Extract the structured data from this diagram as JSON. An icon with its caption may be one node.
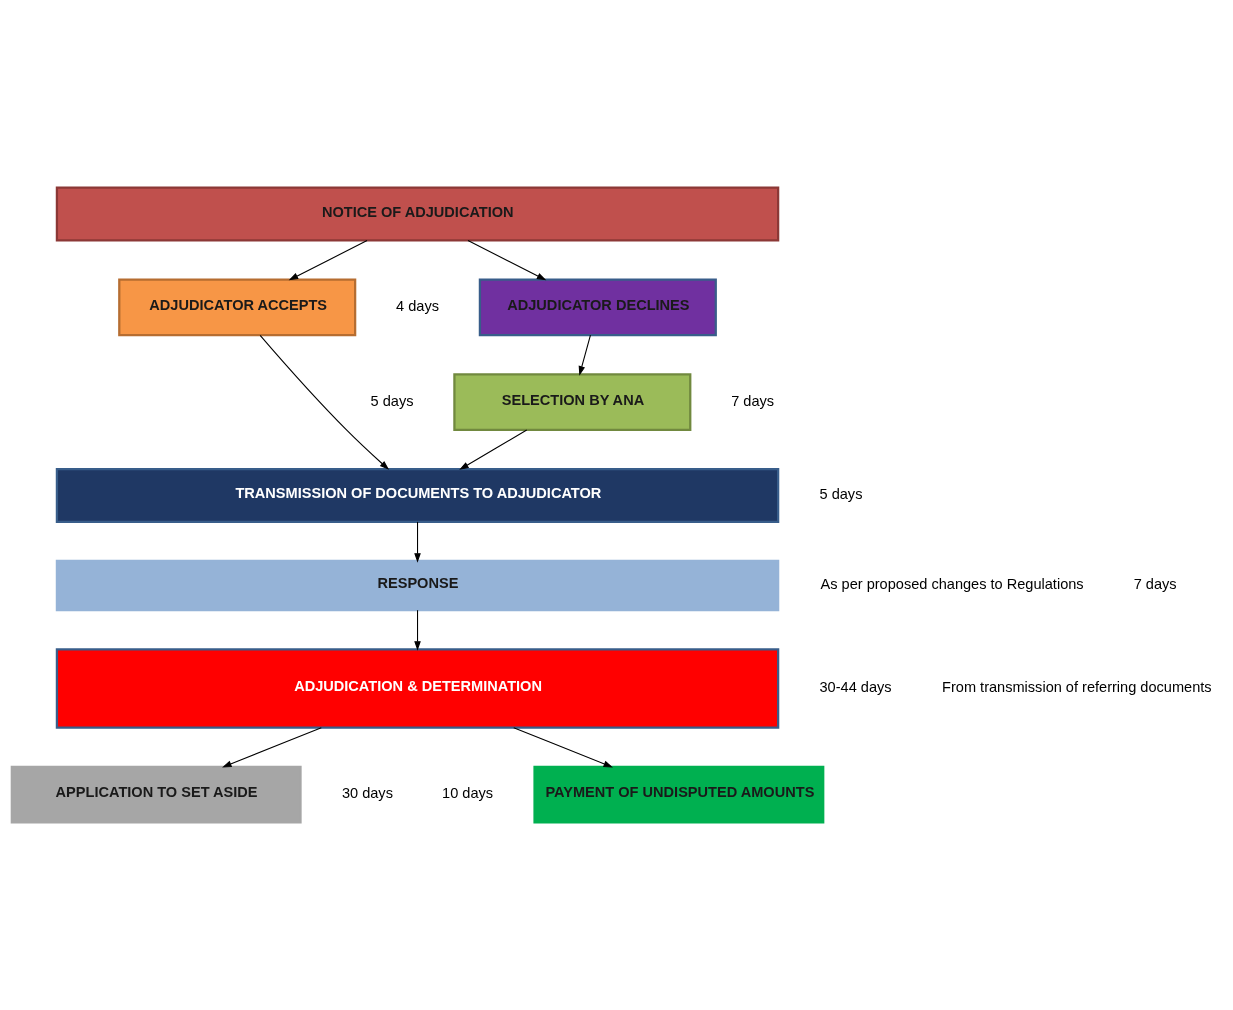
{
  "diagram": {
    "nodes": [
      {
        "text": [
          "NOTICE OF ADJUDICATION"
        ]
      },
      {
        "text": [
          "ADJUDICATOR ACCEPTS"
        ]
      },
      {
        "text": [
          "ADJUDICATOR DECLINES"
        ]
      },
      {
        "text": [
          "SELECTION BY ANA"
        ]
      },
      {
        "text": [
          "TRANSMISSION OF DOCUMENTS TO ADJUDICATOR"
        ]
      },
      {
        "text": [
          "RESPONSE"
        ],
        "beside": [
          "As per proposed changes to Regulations"
        ]
      },
      {
        "text": [
          "ADJUDICATION & DETERMINATION"
        ],
        "beside": [
          "30-44 days",
          "From transmission of referring documents"
        ]
      },
      {
        "text": [
          "PAYMENT OF UNDISPUTED AMOUNTS"
        ],
        "beside": [
          "10 days"
        ]
      },
      {
        "text": [
          "APPLICATION TO SET ASIDE"
        ],
        "beside": [
          "30 days"
        ]
      }
    ],
    "edges": [
      {
        "from": 0,
        "to": 1,
        "arrow": "to"
      },
      {
        "from": 0,
        "to": 2,
        "arrow": "to"
      },
      {
        "from": 1,
        "to": 4,
        "arrow": "to"
      },
      {
        "from": 2,
        "to": 3,
        "arrow": "to"
      },
      {
        "from": 3,
        "to": 4,
        "arrow": "to"
      },
      {
        "from": 4,
        "to": 5,
        "arrow": "to"
      },
      {
        "from": 5,
        "to": 6,
        "arrow": "to"
      },
      {
        "from": 6,
        "to": 7,
        "arrow": "to"
      },
      {
        "from": 6,
        "to": 8,
        "arrow": "to"
      }
    ],
    "labels": [
      "4 days",
      "7 days",
      "5 days",
      "5 days",
      "7 days"
    ]
  }
}
